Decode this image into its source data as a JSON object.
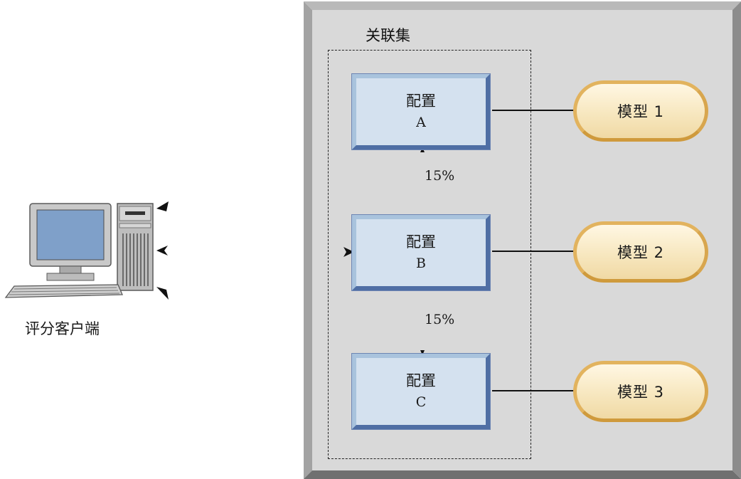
{
  "diagram": {
    "collection_label": "关联集",
    "client_label": "评分客户端",
    "configs": [
      {
        "title": "配置",
        "letter": "A"
      },
      {
        "title": "配置",
        "letter": "B"
      },
      {
        "title": "配置",
        "letter": "C"
      }
    ],
    "models": [
      {
        "label": "模型 1"
      },
      {
        "label": "模型 2"
      },
      {
        "label": "模型 3"
      }
    ],
    "percentages": [
      "15%",
      "15%"
    ]
  },
  "colors": {
    "frame_fill": "#d9d9d9",
    "frame_dark": "#8a8a8a",
    "config_fill": "#d4e1ef",
    "config_border": "#4f6ea4",
    "model_fill": "#f7e7bf",
    "model_border": "#e2b35e"
  },
  "icons": {
    "client": "desktop-computer-icon"
  }
}
